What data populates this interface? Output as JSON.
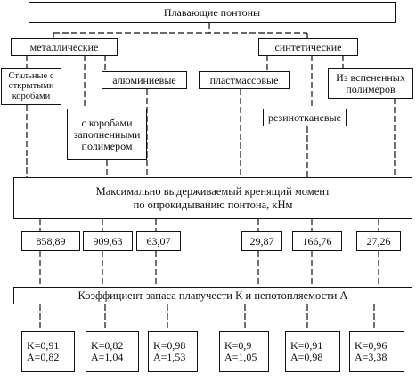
{
  "diagram": {
    "root": "Плавающие понтоны",
    "categories": {
      "metallic": "металлические",
      "synthetic": "синтетические"
    },
    "subtypes": {
      "steel": "Стальные с\nоткрытыми\nкоробами",
      "aluminum": "алюминиевые",
      "filled": "с коробами\nзаполненными\nполимером",
      "plastic": "пластмассовые",
      "foamed": "Из вспененных\nполимеров",
      "rubber": "резинотканевые"
    },
    "moment_header": "Максимально выдерживаемый кренящий момент\nпо опрокидыванию понтона, кНм",
    "moments": [
      "858,89",
      "909,63",
      "63,07",
      "29,87",
      "166,76",
      "27,26"
    ],
    "coef_header": "Коэффициент запаса плавучести К и непотопляемости А",
    "coefficients": [
      "K=0,91\nA=0,82",
      "K=0,82\nA=1,04",
      "K=0,98\nA=1,53",
      "K=0,9\nA=1,05",
      "K=0,91\nA=0,98",
      "K=0,96\nA=3,38"
    ]
  }
}
